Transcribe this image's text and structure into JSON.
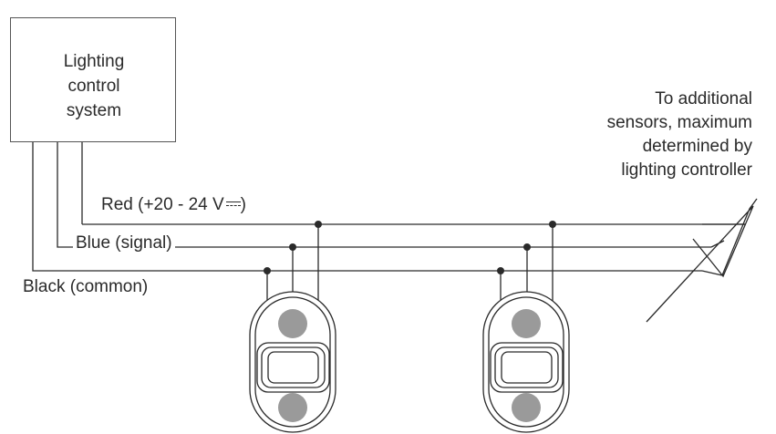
{
  "controller": {
    "label_lines": [
      "Lighting",
      "control",
      "system"
    ]
  },
  "note": {
    "lines": [
      "To additional",
      "sensors, maximum",
      "determined by",
      "lighting controller"
    ]
  },
  "wires": {
    "red_label": "Red (+20 - 24 V",
    "red_label_close": ")",
    "blue_label": "Blue (signal)",
    "black_label": "Black (common)"
  },
  "colors": {
    "line": "#2a2a2a",
    "lens": "#9a9a9a"
  },
  "icons": {
    "dc_symbol": "dc-voltage-symbol",
    "sensor": "occupancy-sensor-icon"
  }
}
